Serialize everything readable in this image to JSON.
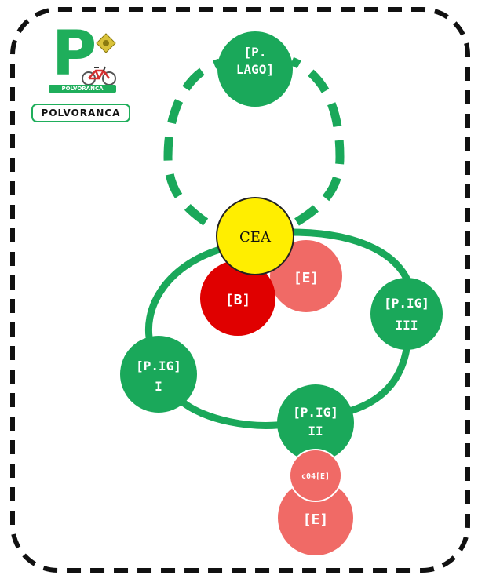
{
  "logo": {
    "letter": "P",
    "strip_text": "POLVORANCA",
    "label": "POLVORANCA"
  },
  "colors": {
    "green": "#1aa85a",
    "dark_green": "#1fae5b",
    "yellow": "#ffee00",
    "red": "#e00000",
    "salmon": "#f06a66",
    "frame": "#111111"
  },
  "nodes": {
    "lago": {
      "line1": "[P.",
      "line2": "LAGO]"
    },
    "cea": {
      "label": "CEA"
    },
    "e_top": {
      "label": "[E]"
    },
    "b": {
      "label": "[B]"
    },
    "pig3": {
      "line1": "[P.IG]",
      "line2": "III"
    },
    "pig1": {
      "line1": "[P.IG]",
      "line2": "I"
    },
    "pig2": {
      "line1": "[P.IG]",
      "line2": "II"
    },
    "c04": {
      "label": "c04[E]"
    },
    "e_bottom": {
      "label": "[E]"
    }
  }
}
